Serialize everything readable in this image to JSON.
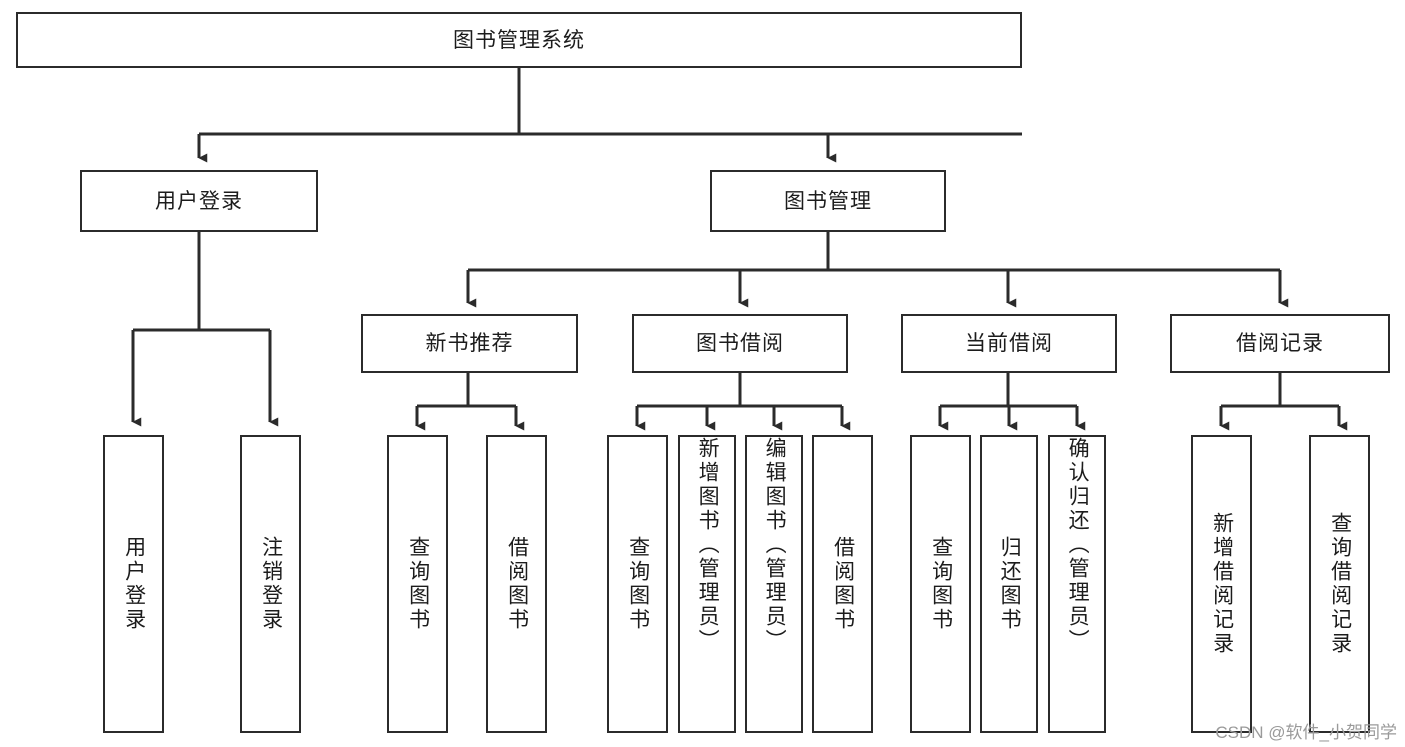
{
  "diagram": {
    "type": "tree-hierarchy",
    "title": "图书管理系统",
    "watermark": "CSDN @软件_小贺同学",
    "colors": {
      "box_border": "#2b2b2b",
      "box_fill": "#ffffff",
      "connector": "#2b2b2b",
      "text": "#1c1c1c",
      "watermark": "#9a9a9a",
      "background": "#ffffff"
    },
    "levels": [
      {
        "level": 1,
        "nodes": [
          {
            "id": "root",
            "label": "图书管理系统",
            "orientation": "horizontal"
          }
        ]
      },
      {
        "level": 2,
        "nodes": [
          {
            "id": "user-login",
            "label": "用户登录",
            "orientation": "horizontal",
            "parent": "root"
          },
          {
            "id": "book-manage",
            "label": "图书管理",
            "orientation": "horizontal",
            "parent": "root"
          }
        ]
      },
      {
        "level": 3,
        "nodes": [
          {
            "id": "new-book-rec",
            "label": "新书推荐",
            "orientation": "horizontal",
            "parent": "book-manage"
          },
          {
            "id": "book-borrow",
            "label": "图书借阅",
            "orientation": "horizontal",
            "parent": "book-manage"
          },
          {
            "id": "current-borrow",
            "label": "当前借阅",
            "orientation": "horizontal",
            "parent": "book-manage"
          },
          {
            "id": "borrow-record",
            "label": "借阅记录",
            "orientation": "horizontal",
            "parent": "book-manage"
          }
        ]
      },
      {
        "level": 4,
        "nodes": [
          {
            "id": "leaf-user-login",
            "label": "用户登录",
            "orientation": "vertical",
            "parent": "user-login"
          },
          {
            "id": "leaf-logout",
            "label": "注销登录",
            "orientation": "vertical",
            "parent": "user-login"
          },
          {
            "id": "leaf-query-book-1",
            "label": "查询图书",
            "orientation": "vertical",
            "parent": "new-book-rec"
          },
          {
            "id": "leaf-borrow-book-1",
            "label": "借阅图书",
            "orientation": "vertical",
            "parent": "new-book-rec"
          },
          {
            "id": "leaf-query-book-2",
            "label": "查询图书",
            "orientation": "vertical",
            "parent": "book-borrow"
          },
          {
            "id": "leaf-add-book",
            "label": "新增图书（管理员）",
            "orientation": "vertical",
            "parent": "book-borrow"
          },
          {
            "id": "leaf-edit-book",
            "label": "编辑图书（管理员）",
            "orientation": "vertical",
            "parent": "book-borrow"
          },
          {
            "id": "leaf-borrow-book-2",
            "label": "借阅图书",
            "orientation": "vertical",
            "parent": "book-borrow"
          },
          {
            "id": "leaf-query-book-3",
            "label": "查询图书",
            "orientation": "vertical",
            "parent": "current-borrow"
          },
          {
            "id": "leaf-return-book",
            "label": "归还图书",
            "orientation": "vertical",
            "parent": "current-borrow"
          },
          {
            "id": "leaf-confirm-return",
            "label": "确认归还（管理员）",
            "orientation": "vertical",
            "parent": "current-borrow"
          },
          {
            "id": "leaf-add-record",
            "label": "新增借阅记录",
            "orientation": "vertical",
            "parent": "borrow-record"
          },
          {
            "id": "leaf-query-record",
            "label": "查询借阅记录",
            "orientation": "vertical",
            "parent": "borrow-record"
          }
        ]
      }
    ]
  }
}
